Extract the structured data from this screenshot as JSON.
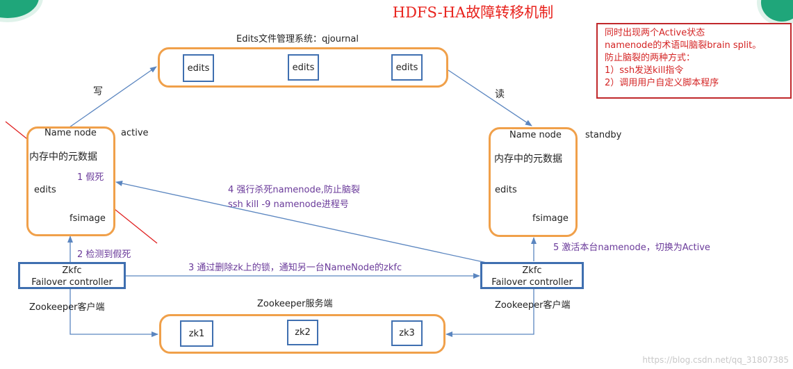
{
  "title": "HDFS-HA故障转移机制",
  "edits_system": {
    "label": "Edits文件管理系统：qjournal",
    "boxes": [
      "edits",
      "edits",
      "edits"
    ]
  },
  "write_label": "写",
  "read_label": "读",
  "active_node": {
    "name": "Name node",
    "state": "active",
    "memory": "内存中的元数据",
    "edits": "edits",
    "fsimage": "fsimage"
  },
  "standby_node": {
    "name": "Name node",
    "state": "standby",
    "memory": "内存中的元数据",
    "edits": "edits",
    "fsimage": "fsimage"
  },
  "steps": {
    "s1": "1 假死",
    "s2": "2 检测到假死",
    "s3": "3 通过删除zk上的锁，通知另一台NameNode的zkfc",
    "s4_line1": "4 强行杀死namenode,防止脑裂",
    "s4_line2": "ssh kill -9 namenode进程号",
    "s5": "5 激活本台namenode，切换为Active"
  },
  "zkfc_left": {
    "line1": "Zkfc",
    "line2": "Failover controller"
  },
  "zkfc_right": {
    "line1": "Zkfc",
    "line2": "Failover controller"
  },
  "zk_client_left": "Zookeeper客户端",
  "zk_client_right": "Zookeeper客户端",
  "zk_server": {
    "label": "Zookeeper服务端",
    "boxes": [
      "zk1",
      "zk2",
      "zk3"
    ]
  },
  "note": {
    "line1": "同时出现两个Active状态",
    "line2": "namenode的术语叫脑裂brain split。",
    "line3": "防止脑裂的两种方式：",
    "line4": "1）ssh发送kill指令",
    "line5": "2）调用用户自定义脚本程序"
  },
  "watermark": "https://blog.csdn.net/qq_31807385",
  "colors": {
    "title": "#e8231d",
    "orange_border": "#f0a04a",
    "blue_border": "#3f6fb0",
    "arrow": "#5b86c0",
    "step_text": "#6a3a9a",
    "note_border": "#c0282b"
  }
}
